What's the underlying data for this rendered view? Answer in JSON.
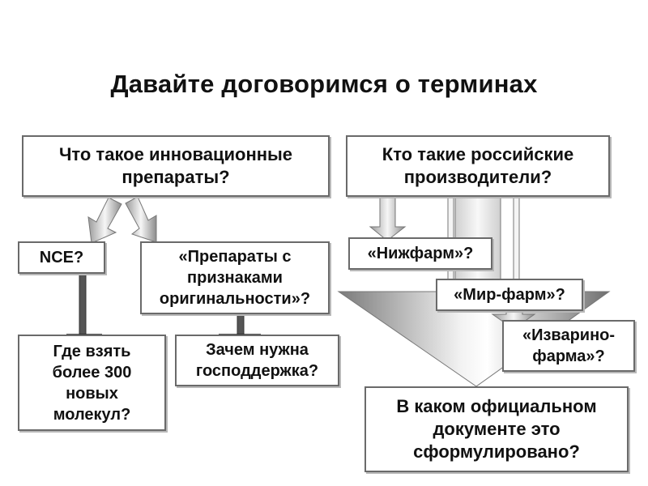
{
  "title": "Давайте договоримся о терминах",
  "left": {
    "question": "Что такое инновационные препараты?",
    "branches": [
      {
        "label": "NCE?",
        "follow_up": "Где взять более 300 новых молекул?"
      },
      {
        "label": "«Препараты с признаками оригинальности»?",
        "follow_up": "Зачем нужна господдержка?"
      }
    ]
  },
  "right": {
    "question": "Кто такие российские производители?",
    "producers": [
      "«Нижфарм»?",
      "«Мир-фарм»?",
      "«Изварино-фарма»?"
    ],
    "conclusion": "В каком официальном документе это сформулировано?"
  },
  "colors": {
    "border": "#6a6a6a",
    "arrow_light": "#f4f4f4",
    "arrow_dark": "#8a8a8a",
    "stem": "#555555"
  }
}
